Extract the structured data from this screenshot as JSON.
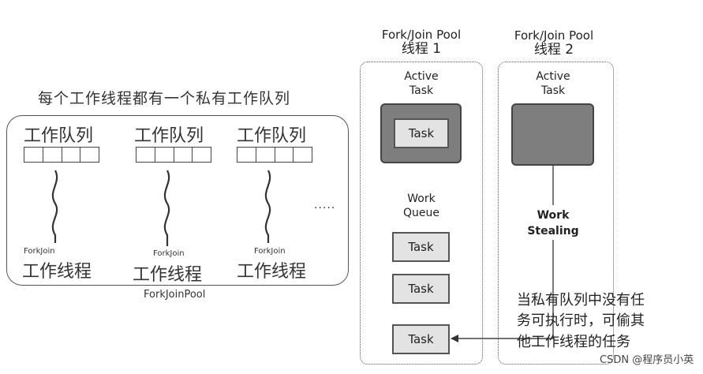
{
  "left": {
    "heading": "每个工作线程都有一个私有工作队列",
    "queue_label": "工作队列",
    "forkjoin_small": "ForkJoin",
    "thread_label": "工作线程",
    "dots": ".....",
    "pool_label": "ForkJoinPool"
  },
  "right": {
    "col1": {
      "title": "Fork/Join Pool",
      "thread": "线程 1",
      "active_label": "Active\nTask",
      "active_task": "Task",
      "work_queue_label": "Work\nQueue",
      "queue_tasks": [
        "Task",
        "Task",
        "Task"
      ]
    },
    "col2": {
      "title": "Fork/Join Pool",
      "thread": "线程 2",
      "active_label": "Active\nTask",
      "stealing_label": "Work\nStealing"
    },
    "note_lines": [
      "当私有队列中没有任",
      "务可执行时，可偷其",
      "他工作线程的任务"
    ]
  },
  "watermark": "CSDN @程序员小英",
  "colors": {
    "active_frame": "#7e7e7e",
    "task_fill": "#e3e3e3",
    "line": "#444444"
  }
}
